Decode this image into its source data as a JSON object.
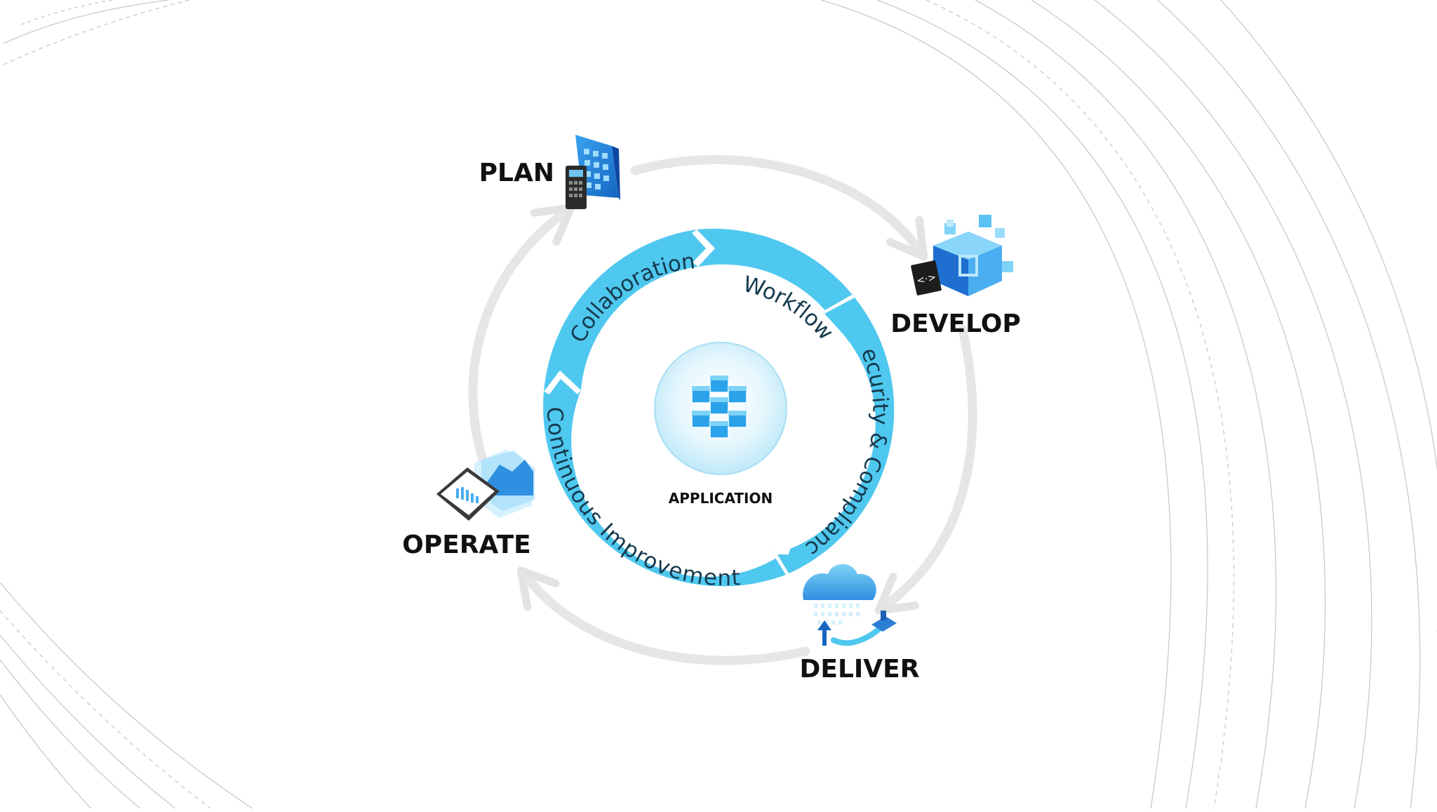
{
  "diagram": {
    "center_label": "APPLICATION",
    "stages": [
      {
        "id": "plan",
        "label": "PLAN",
        "icon": "building-calculator-icon"
      },
      {
        "id": "develop",
        "label": "DEVELOP",
        "icon": "code-blocks-icon"
      },
      {
        "id": "deliver",
        "label": "DELIVER",
        "icon": "cloud-upload-icon"
      },
      {
        "id": "operate",
        "label": "OPERATE",
        "icon": "dashboard-chart-icon"
      }
    ],
    "ring_segments": [
      {
        "id": "workflow",
        "label": "Workflow"
      },
      {
        "id": "security-compliance",
        "label": "Security & Compliance"
      },
      {
        "id": "continuous-improvement",
        "label": "Continuous Improvement"
      },
      {
        "id": "collaboration",
        "label": "Collaboration"
      }
    ],
    "colors": {
      "ring": "#4fc8ef",
      "ring_dark": "#2bb3e3",
      "ring_text": "#163a4e",
      "outer_cycle": "#e6e6e6",
      "icon_blue": "#1e88e5",
      "icon_light": "#62c6f2",
      "icon_dark": "#0d47a1"
    }
  }
}
